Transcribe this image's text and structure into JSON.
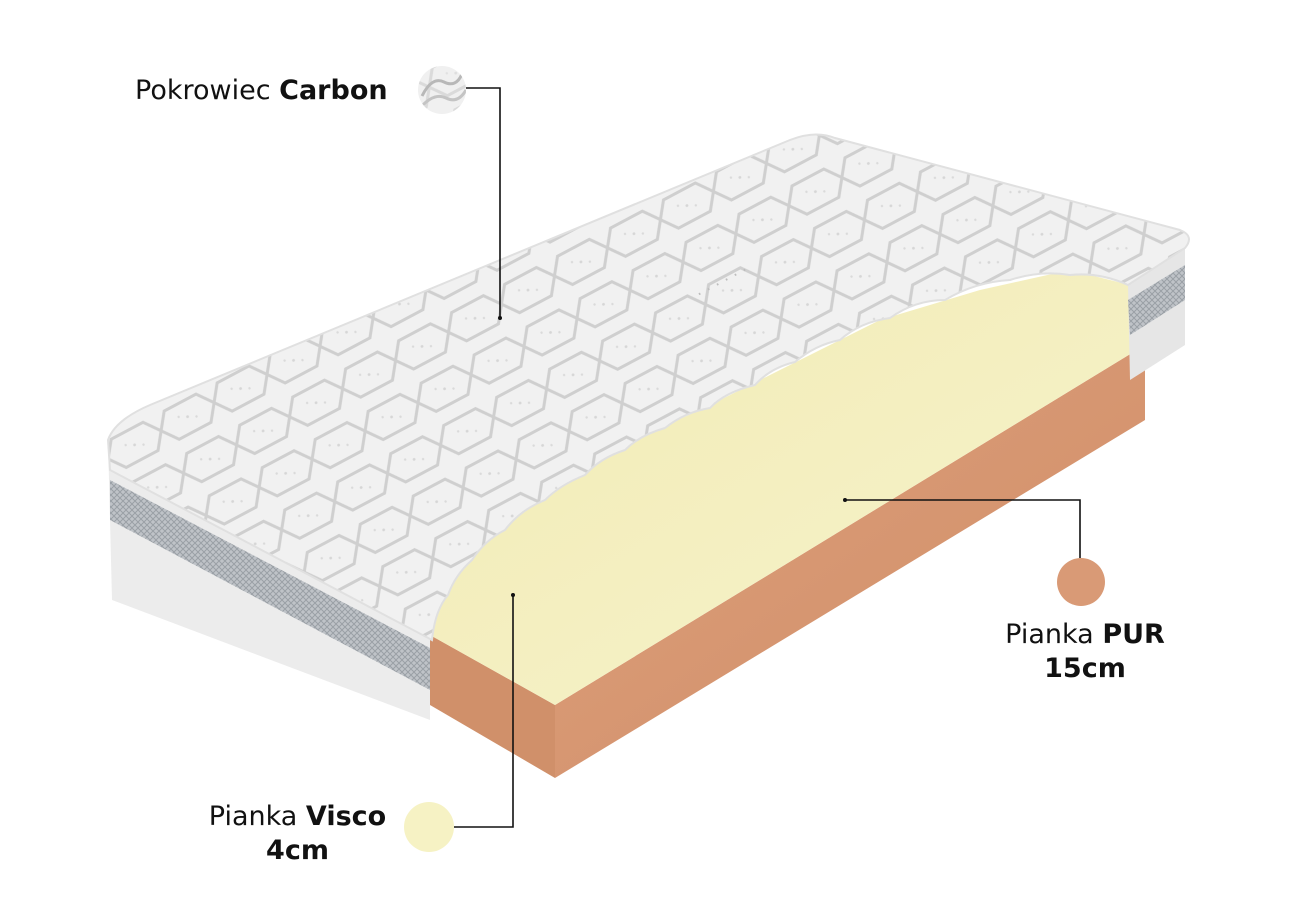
{
  "labels": {
    "cover": {
      "prefix": "Pokrowiec",
      "bold": "Carbon"
    },
    "pur": {
      "prefix": "Pianka",
      "bold": "PUR",
      "size": "15cm"
    },
    "visco": {
      "prefix": "Pianka",
      "bold": "Visco",
      "size": "4cm"
    }
  },
  "colors": {
    "pur_foam": "#d99a76",
    "visco_foam": "#f6f2c4",
    "cover_fabric": "#eeeeee",
    "leader_line": "#111111"
  }
}
